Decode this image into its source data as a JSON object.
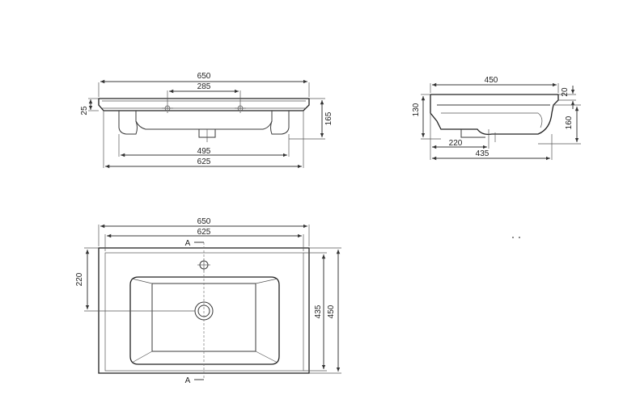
{
  "front_view": {
    "overall_width": "650",
    "tap_spacing": "285",
    "rim_height": "25",
    "total_height": "165",
    "inner_width": "495",
    "outer_base_width": "625"
  },
  "side_view": {
    "depth": "450",
    "rim_offset": "20",
    "body_height": "130",
    "total_height": "160",
    "drain_offset": "220",
    "bowl_depth": "435"
  },
  "top_view": {
    "overall_width": "650",
    "inner_width": "625",
    "section_label_top": "A",
    "section_label_bottom": "A",
    "drain_from_back": "220",
    "inner_depth": "435",
    "overall_depth": "450"
  }
}
